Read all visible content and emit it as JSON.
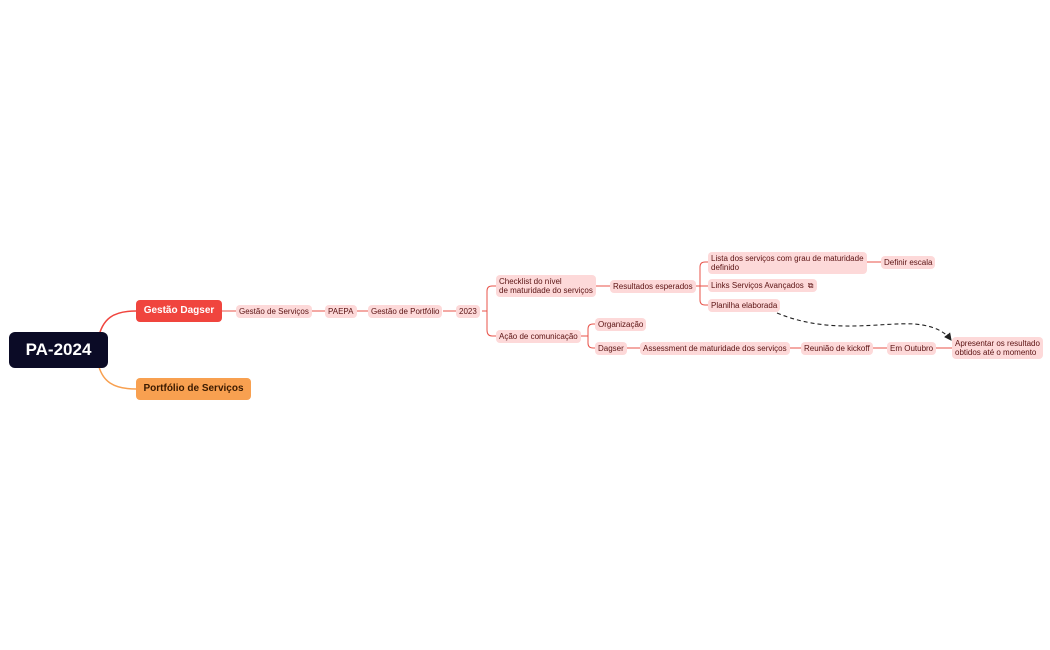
{
  "root": {
    "label": "PA-2024"
  },
  "branches": {
    "gestao_dagser": "Gestão Dagser",
    "portfolio": "Portfólio de Serviços"
  },
  "nodes": {
    "gestao_servicos": "Gestão de Serviços",
    "paepa": "PAEPA",
    "gestao_portfolio": "Gestão de Portfólio",
    "ano": "2023",
    "checklist_line1": "Checklist do nível",
    "checklist_line2": "de maturidade do serviços",
    "acao_comunicacao": "Ação de comunicação",
    "resultados_esperados": "Resultados esperados",
    "lista_line1": "Lista dos serviços com grau de maturidade",
    "lista_line2": "definido",
    "definir_escala": "Definir escala",
    "links_servicos": "Links Serviços Avançados",
    "planilha": "Planilha elaborada",
    "organizacao": "Organização",
    "dagser": "Dagser",
    "assessment": "Assessment de maturidade dos serviços",
    "reuniao_kickoff": "Reunião de kickoff",
    "em_outubro": "Em Outubro",
    "apresentar_line1": "Apresentar os resultado",
    "apresentar_line2": "obtidos até o momento"
  },
  "icons": {
    "links_servicos": "external-link-icon"
  },
  "colors": {
    "root_bg": "#0b0b26",
    "branch_red": "#f0453e",
    "branch_orange": "#f8a050",
    "node_bg": "#fdd9d9",
    "node_text": "#5a1212"
  }
}
